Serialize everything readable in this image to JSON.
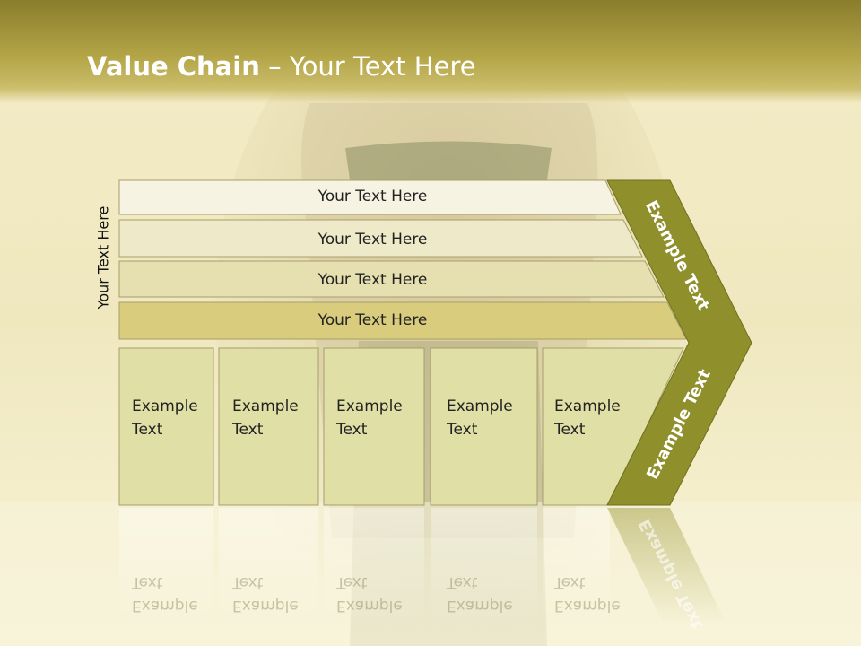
{
  "slide": {
    "title_strong": "Value Chain",
    "title_rest": " – Your Text Here"
  },
  "side_label": "Your Text Here",
  "rows": [
    {
      "label": "Your Text Here"
    },
    {
      "label": "Your Text Here"
    },
    {
      "label": "Your Text Here"
    },
    {
      "label": "Your Text Here"
    }
  ],
  "boxes": [
    {
      "line1": "Example",
      "line2": "Text"
    },
    {
      "line1": "Example",
      "line2": "Text"
    },
    {
      "line1": "Example",
      "line2": "Text"
    },
    {
      "line1": "Example",
      "line2": "Text"
    },
    {
      "line1": "Example",
      "line2": "Text"
    }
  ],
  "chevron": {
    "upper_label": "Example Text",
    "lower_label": "Example Text"
  },
  "colors": {
    "title_bar": "#8a7d2b",
    "chevron": "#8f8f2c",
    "row_fills": [
      "#f7f3e2",
      "#eeeac9",
      "#e6e0b1",
      "#d9cc7c"
    ],
    "box_fill": "#e0dfa6"
  }
}
